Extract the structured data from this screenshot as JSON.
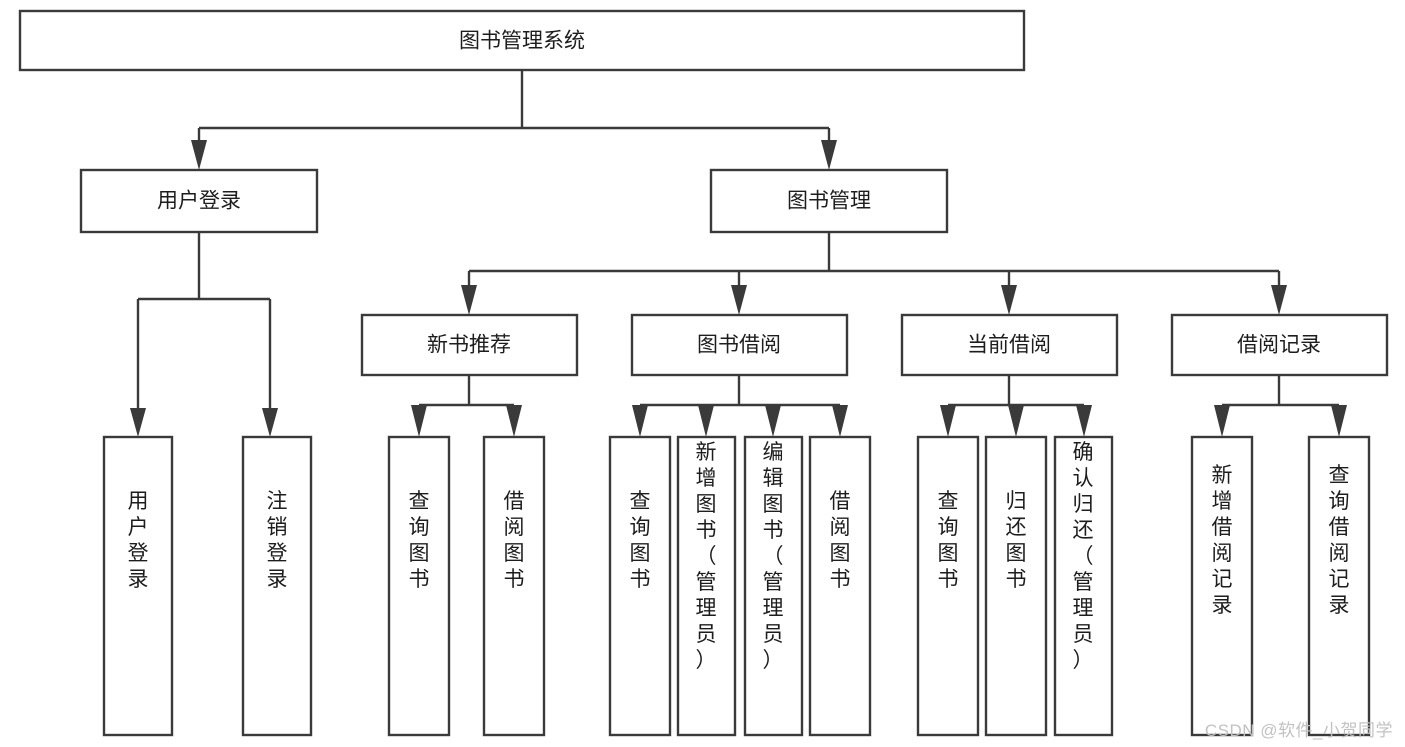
{
  "diagram": {
    "type": "tree",
    "title": "图书管理系统",
    "orientation": "top-down",
    "colors": {
      "box_stroke": "#3a3a3a",
      "box_fill": "#ffffff",
      "text": "#1d1d1d",
      "watermark": "#c2c2c2",
      "background": "#ffffff"
    },
    "root": {
      "label": "图书管理系统"
    },
    "level2": [
      {
        "label": "用户登录"
      },
      {
        "label": "图书管理"
      }
    ],
    "level3": [
      {
        "label": "新书推荐"
      },
      {
        "label": "图书借阅"
      },
      {
        "label": "当前借阅"
      },
      {
        "label": "借阅记录"
      }
    ],
    "leaves": {
      "user_login": [
        {
          "label": "用户登录"
        },
        {
          "label": "注销登录"
        }
      ],
      "new_book": [
        {
          "label": "查询图书"
        },
        {
          "label": "借阅图书"
        }
      ],
      "book_borrow": [
        {
          "label": "查询图书"
        },
        {
          "label": "新增图书（管理员）"
        },
        {
          "label": "编辑图书（管理员）"
        },
        {
          "label": "借阅图书"
        }
      ],
      "current_borrow": [
        {
          "label": "查询图书"
        },
        {
          "label": "归还图书"
        },
        {
          "label": "确认归还（管理员）"
        }
      ],
      "borrow_record": [
        {
          "label": "新增借阅记录"
        },
        {
          "label": "查询借阅记录"
        }
      ]
    }
  },
  "watermark": {
    "text": "CSDN @软件_小贺同学"
  }
}
